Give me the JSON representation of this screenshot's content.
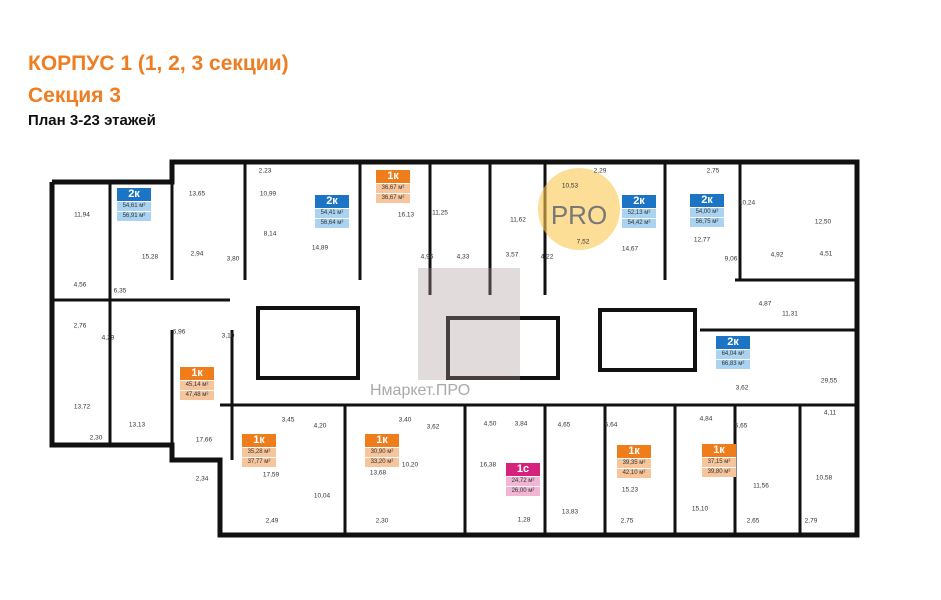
{
  "header": {
    "title": "КОРПУС 1 (1, 2, 3 секции)",
    "section": "Секция 3",
    "plan": "План 3-23 этажей"
  },
  "watermark": {
    "text": "Нмаркет.ПРО",
    "badge": "PRO"
  },
  "colors": {
    "title": "#ef7d22",
    "two_room": "#1b74c4",
    "one_room": "#ef7d1c",
    "studio": "#d5237d"
  },
  "apartments": [
    {
      "type": "2к",
      "area": "54,61 м²",
      "total": "56,91 м²"
    },
    {
      "type": "2к",
      "area": "54,41 м²",
      "total": "56,64 м²"
    },
    {
      "type": "1к",
      "area": "36,67 м²",
      "total": "36,67 м²"
    },
    {
      "type": "2к",
      "area": "52,13 м²",
      "total": "54,42 м²"
    },
    {
      "type": "2к",
      "area": "54,00 м²",
      "total": "56,75 м²"
    },
    {
      "type": "2к",
      "area": "64,04 м²",
      "total": "66,83 м²"
    },
    {
      "type": "1к",
      "area": "45,14 м²",
      "total": "47,48 м²"
    },
    {
      "type": "1к",
      "area": "35,28 м²",
      "total": "37,77 м²"
    },
    {
      "type": "1к",
      "area": "30,90 м²",
      "total": "33,20 м²"
    },
    {
      "type": "1с",
      "area": "24,72 м²",
      "total": "26,00 м²"
    },
    {
      "type": "1к",
      "area": "39,35 м²",
      "total": "42,10 м²"
    },
    {
      "type": "1к",
      "area": "37,15 м²",
      "total": "39,80 м²"
    }
  ],
  "rooms": [
    "11,94",
    "13,65",
    "10,99",
    "2,23",
    "16,13",
    "11,25",
    "15,28",
    "2,94",
    "3,80",
    "8,14",
    "14,89",
    "4,56",
    "6,35",
    "4,96",
    "4,33",
    "3,57",
    "11,62",
    "10,53",
    "2,29",
    "2,75",
    "10,24",
    "12,50",
    "7,52",
    "14,67",
    "12,77",
    "9,06",
    "4,22",
    "4,92",
    "4,51",
    "4,87",
    "11,31",
    "29,55",
    "3,62",
    "2,76",
    "4,29",
    "6,96",
    "3,10",
    "13,72",
    "13,13",
    "2,30",
    "17,66",
    "2,34",
    "3,45",
    "4,20",
    "17,59",
    "10,04",
    "2,49",
    "2,30",
    "3,40",
    "3,62",
    "13,68",
    "10,20",
    "4,50",
    "3,84",
    "4,65",
    "5,64",
    "4,84",
    "5,65",
    "4,11",
    "16,38",
    "15,23",
    "15,10",
    "11,56",
    "10,58",
    "13,83",
    "1,28",
    "2,75",
    "2,65",
    "2,79"
  ]
}
